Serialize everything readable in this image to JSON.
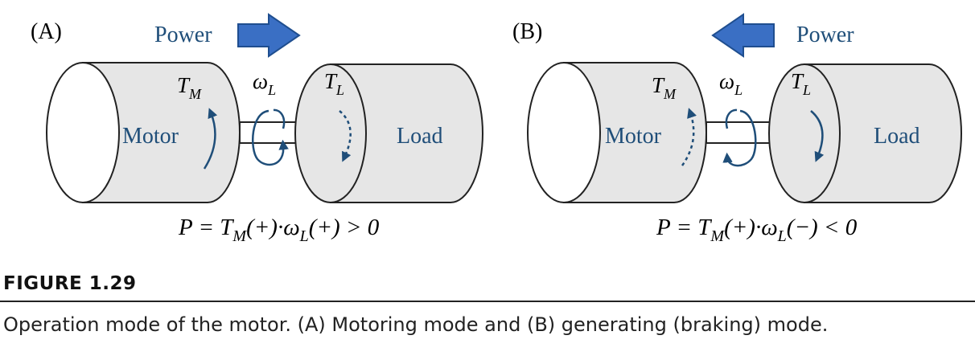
{
  "panels": [
    {
      "id": "A",
      "label": "(A)",
      "power_label": "Power",
      "power_direction": "right",
      "motor_label": "Motor",
      "load_label": "Load",
      "tm_symbol": "T",
      "tm_sub": "M",
      "wl_symbol": "ω",
      "wl_sub": "L",
      "tl_symbol": "T",
      "tl_sub": "L",
      "eq": {
        "lhs": "P = T",
        "s1": "M",
        "m1": "(+)·ω",
        "s2": "L",
        "rhs": "(+) > 0"
      }
    },
    {
      "id": "B",
      "label": "(B)",
      "power_label": "Power",
      "power_direction": "left",
      "motor_label": "Motor",
      "load_label": "Load",
      "tm_symbol": "T",
      "tm_sub": "M",
      "wl_symbol": "ω",
      "wl_sub": "L",
      "tl_symbol": "T",
      "tl_sub": "L",
      "eq": {
        "lhs": "P = T",
        "s1": "M",
        "m1": "(+)·ω",
        "s2": "L",
        "rhs": "(−) < 0"
      }
    }
  ],
  "caption": {
    "title": "FIGURE 1.29",
    "text": "Operation mode of the motor. (A) Motoring mode and (B) generating (braking) mode."
  },
  "colors": {
    "arrow_fill": "#3a6fc4",
    "arrow_stroke": "#1f4e8f",
    "label_blue": "#1f4e79",
    "cylinder": "#e6e6e6"
  }
}
